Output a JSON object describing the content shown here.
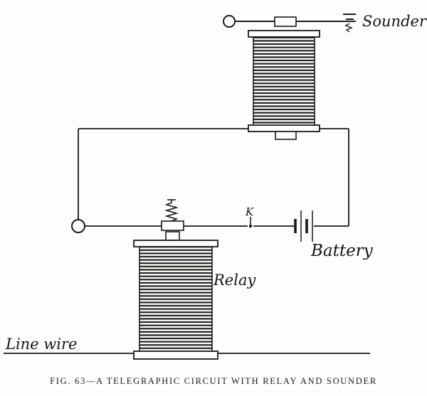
{
  "figure": {
    "caption": "FIG. 63—A TELEGRAPHIC CIRCUIT WITH RELAY AND SOUNDER",
    "labels": {
      "sounder": "Sounder",
      "battery": "Battery",
      "relay": "Relay",
      "line_wire": "Line wire",
      "key": "K"
    },
    "colors": {
      "ink": "#1a1a1a",
      "paper": "#fdfdfb"
    }
  }
}
